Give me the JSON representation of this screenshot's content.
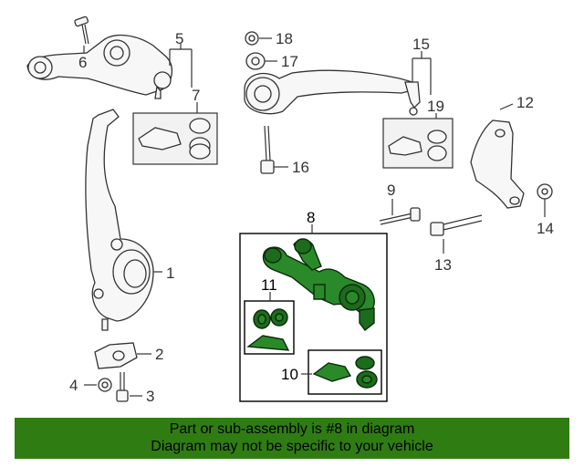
{
  "callouts": {
    "c1": "1",
    "c2": "2",
    "c3": "3",
    "c4": "4",
    "c5": "5",
    "c6": "6",
    "c7": "7",
    "c8": "8",
    "c9": "9",
    "c10": "10",
    "c11": "11",
    "c12": "12",
    "c13": "13",
    "c14": "14",
    "c15": "15",
    "c16": "16",
    "c17": "17",
    "c18": "18",
    "c19": "19"
  },
  "highlighted_part": "8",
  "colors": {
    "highlight": "#2a8a2a",
    "footer_bg": "#2f7d12"
  },
  "footer": {
    "line1": "Part or sub-assembly is #8 in diagram",
    "line2": "Diagram may not be specific to your vehicle"
  }
}
